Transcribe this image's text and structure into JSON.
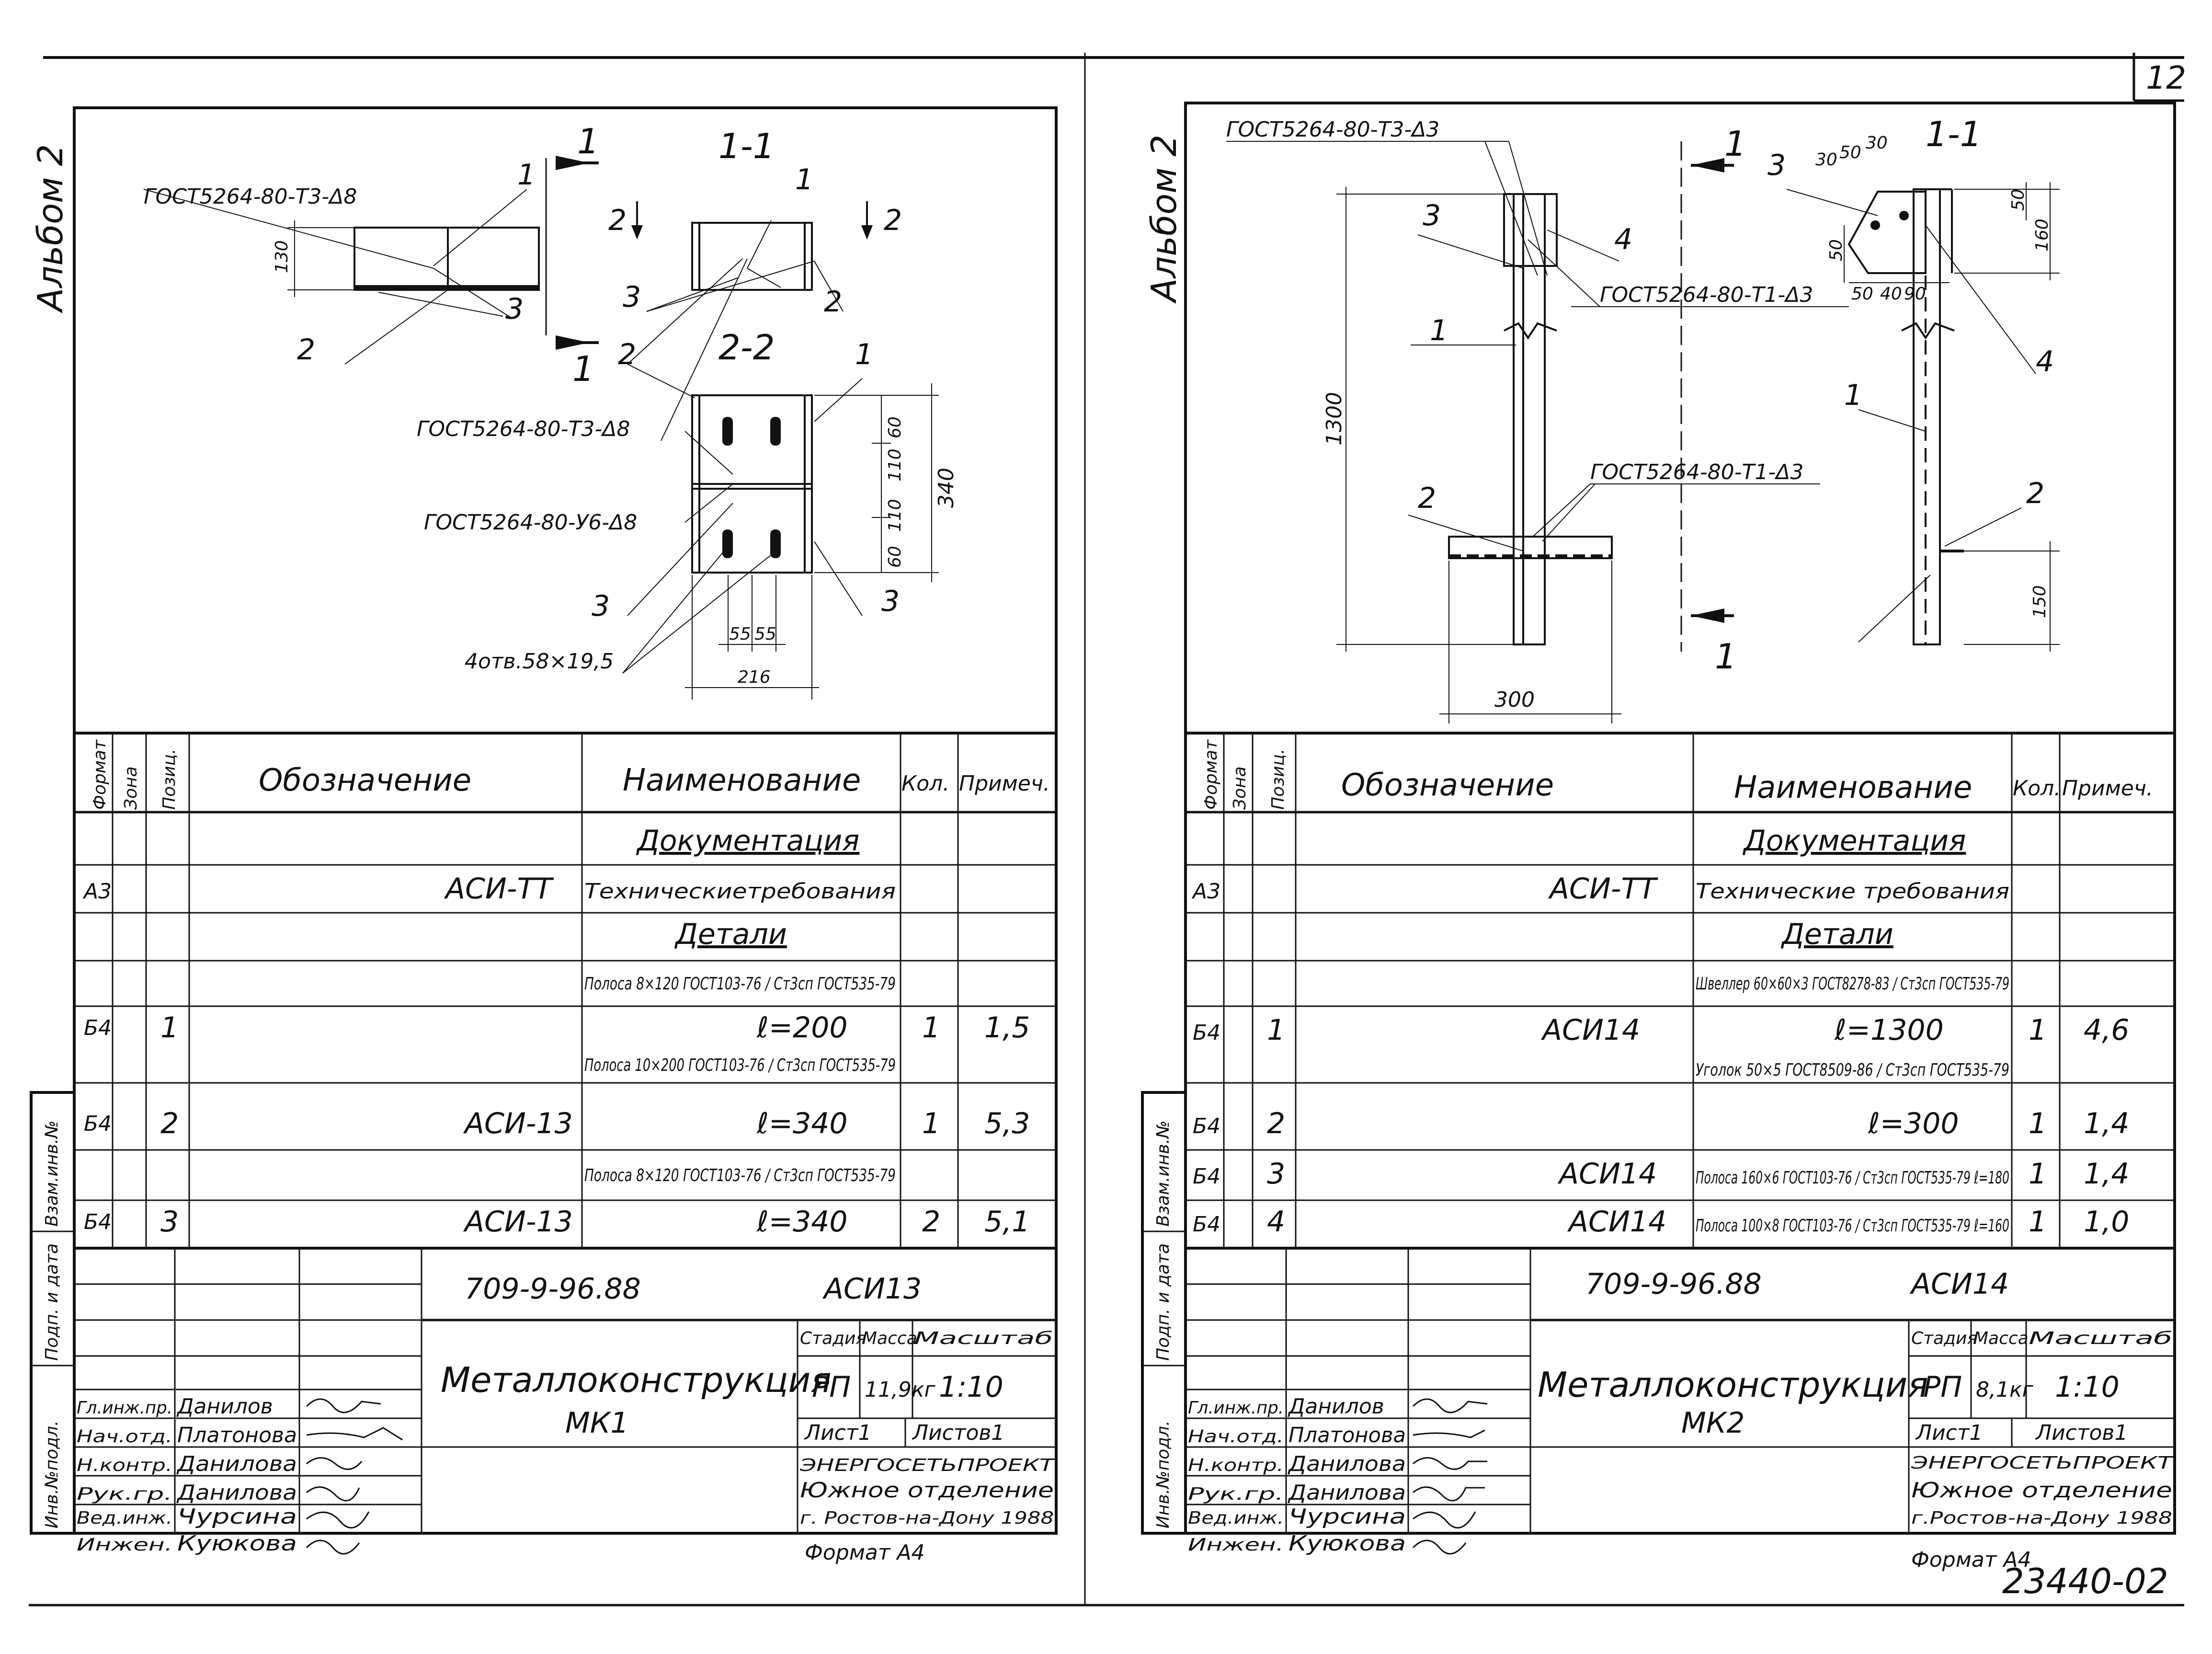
{
  "page_number": "12",
  "bottom_code": "23440-02",
  "sheets": [
    {
      "album": "Альбом 2",
      "drawing": {
        "weld_top": "ГОСТ5264-80-Т3-Δ8",
        "weld_mid1": "ГОСТ5264-80-Т3-Δ8",
        "weld_mid2": "ГОСТ5264-80-У6-Δ8",
        "holes": "4отв.58×19,5",
        "section_1_1": "1-1",
        "section_2_2": "2-2",
        "dims": {
          "h130": "130",
          "d60a": "60",
          "d110a": "110",
          "d110b": "110",
          "d60b": "60",
          "d340": "340",
          "d55a": "55",
          "d55b": "55",
          "d216": "216"
        },
        "callouts": [
          "1",
          "2",
          "3",
          "1",
          "2",
          "3",
          "1",
          "2",
          "3",
          "3"
        ],
        "arrows": [
          "1",
          "1",
          "2",
          "2"
        ]
      },
      "spec": {
        "headers": [
          "Формат",
          "Зона",
          "Позиц.",
          "Обозначение",
          "Наименование",
          "Кол.",
          "Примеч."
        ],
        "rows": [
          {
            "fmt": "",
            "zone": "",
            "pos": "",
            "des": "",
            "name": "Документация",
            "qty": "",
            "note": ""
          },
          {
            "fmt": "А3",
            "zone": "",
            "pos": "",
            "des": "АСИ-ТТ",
            "name": "Техническиетребования",
            "qty": "",
            "note": ""
          },
          {
            "fmt": "",
            "zone": "",
            "pos": "",
            "des": "",
            "name": "Детали",
            "qty": "",
            "note": ""
          },
          {
            "fmt": "",
            "zone": "",
            "pos": "",
            "des": "",
            "name": "Полоса 8×120 ГОСТ103-76 / Ст3сп ГОСТ535-79",
            "qty": "",
            "note": ""
          },
          {
            "fmt": "Б4",
            "zone": "",
            "pos": "1",
            "des": "",
            "name": "ℓ=200",
            "qty": "1",
            "note": "1,5"
          },
          {
            "fmt": "",
            "zone": "",
            "pos": "",
            "des": "",
            "name": "Полоса 10×200 ГОСТ103-76 / Ст3сп ГОСТ535-79",
            "qty": "",
            "note": ""
          },
          {
            "fmt": "Б4",
            "zone": "",
            "pos": "2",
            "des": "АСИ-13",
            "name": "ℓ=340",
            "qty": "1",
            "note": "5,3"
          },
          {
            "fmt": "",
            "zone": "",
            "pos": "",
            "des": "",
            "name": "Полоса 8×120 ГОСТ103-76 / Ст3сп ГОСТ535-79",
            "qty": "",
            "note": ""
          },
          {
            "fmt": "Б4",
            "zone": "",
            "pos": "3",
            "des": "АСИ-13",
            "name": "ℓ=340",
            "qty": "2",
            "note": "5,1"
          }
        ]
      },
      "stamp": {
        "code": "709-9-96.88",
        "mark": "АСИ13",
        "title1": "Металлоконструкция",
        "title2": "МК1",
        "stage_h": "Стадия",
        "mass_h": "Масса",
        "scale_h": "Масштаб",
        "stage": "РП",
        "mass": "11,9кг",
        "scale": "1:10",
        "sheet": "Лист1",
        "sheets": "Листов1",
        "org1": "ЭНЕРГОСЕТЬПРОЕКТ",
        "org2": "Южное отделение",
        "org3": "г. Ростов-на-Дону 1988",
        "people": [
          [
            "Гл.инж.пр.",
            "Данилов"
          ],
          [
            "Нач.отд.",
            "Платонова"
          ],
          [
            "Н.контр.",
            "Данилова"
          ],
          [
            "Рук.гр.",
            "Данилова"
          ],
          [
            "Вед.инж.",
            "Чурсина"
          ],
          [
            "Инжен.",
            "Куюкова"
          ]
        ],
        "side": [
          "Инв.№подл.",
          "Подп. и дата",
          "Взам.инв.№"
        ],
        "format": "Формат А4"
      }
    },
    {
      "album": "Альбом 2",
      "drawing": {
        "weld_top": "ГОСТ5264-80-Т3-Δ3",
        "weld_right": "ГОСТ5264-80-Т1-Δ3",
        "weld_mid": "ГОСТ5264-80-Т1-Δ3",
        "section_1_1": "1-1",
        "dims": {
          "d1300": "1300",
          "d300": "300",
          "d150": "150",
          "d160": "160",
          "d50a": "50",
          "d50b": "50",
          "d30a": "30",
          "d50c": "50",
          "d30b": "30",
          "d50d": "50",
          "d40": "40",
          "d90": "90"
        },
        "callouts": [
          "3",
          "4",
          "1",
          "2",
          "3",
          "4",
          "1",
          "2"
        ],
        "arrows": [
          "1",
          "1"
        ]
      },
      "spec": {
        "headers": [
          "Формат",
          "Зона",
          "Позиц.",
          "Обозначение",
          "Наименование",
          "Кол.",
          "Примеч."
        ],
        "rows": [
          {
            "fmt": "",
            "zone": "",
            "pos": "",
            "des": "",
            "name": "Документация",
            "qty": "",
            "note": ""
          },
          {
            "fmt": "А3",
            "zone": "",
            "pos": "",
            "des": "АСИ-ТТ",
            "name": "Технические требования",
            "qty": "",
            "note": ""
          },
          {
            "fmt": "",
            "zone": "",
            "pos": "",
            "des": "",
            "name": "Детали",
            "qty": "",
            "note": ""
          },
          {
            "fmt": "",
            "zone": "",
            "pos": "",
            "des": "",
            "name": "Швеллер 60×60×3 ГОСТ8278-83 / Ст3сп ГОСТ535-79",
            "qty": "",
            "note": ""
          },
          {
            "fmt": "Б4",
            "zone": "",
            "pos": "1",
            "des": "АСИ14",
            "name": "ℓ=1300",
            "qty": "1",
            "note": "4,6"
          },
          {
            "fmt": "",
            "zone": "",
            "pos": "",
            "des": "",
            "name": "Уголок 50×5 ГОСТ8509-86 / Ст3сп ГОСТ535-79",
            "qty": "",
            "note": ""
          },
          {
            "fmt": "Б4",
            "zone": "",
            "pos": "2",
            "des": "",
            "name": "ℓ=300",
            "qty": "1",
            "note": "1,4"
          },
          {
            "fmt": "Б4",
            "zone": "",
            "pos": "3",
            "des": "АСИ14",
            "name": "Полоса 160×6 ГОСТ103-76 / Ст3сп ГОСТ535-79 ℓ=180",
            "qty": "1",
            "note": "1,4"
          },
          {
            "fmt": "Б4",
            "zone": "",
            "pos": "4",
            "des": "АСИ14",
            "name": "Полоса 100×8 ГОСТ103-76 / Ст3сп ГОСТ535-79 ℓ=160",
            "qty": "1",
            "note": "1,0"
          }
        ]
      },
      "stamp": {
        "code": "709-9-96.88",
        "mark": "АСИ14",
        "title1": "Металлоконструкция",
        "title2": "МК2",
        "stage_h": "Стадия",
        "mass_h": "Масса",
        "scale_h": "Масштаб",
        "stage": "РП",
        "mass": "8,1кг",
        "scale": "1:10",
        "sheet": "Лист1",
        "sheets": "Листов1",
        "org1": "ЭНЕРГОСЕТЬПРОЕКТ",
        "org2": "Южное отделение",
        "org3": "г.Ростов-на-Дону 1988",
        "people": [
          [
            "Гл.инж.пр.",
            "Данилов"
          ],
          [
            "Нач.отд.",
            "Платонова"
          ],
          [
            "Н.контр.",
            "Данилова"
          ],
          [
            "Рук.гр.",
            "Данилова"
          ],
          [
            "Вед.инж.",
            "Чурсина"
          ],
          [
            "Инжен.",
            "Куюкова"
          ]
        ],
        "side": [
          "Инв.№подл.",
          "Подп. и дата",
          "Взам.инв.№"
        ],
        "format": "Формат А4"
      }
    }
  ]
}
